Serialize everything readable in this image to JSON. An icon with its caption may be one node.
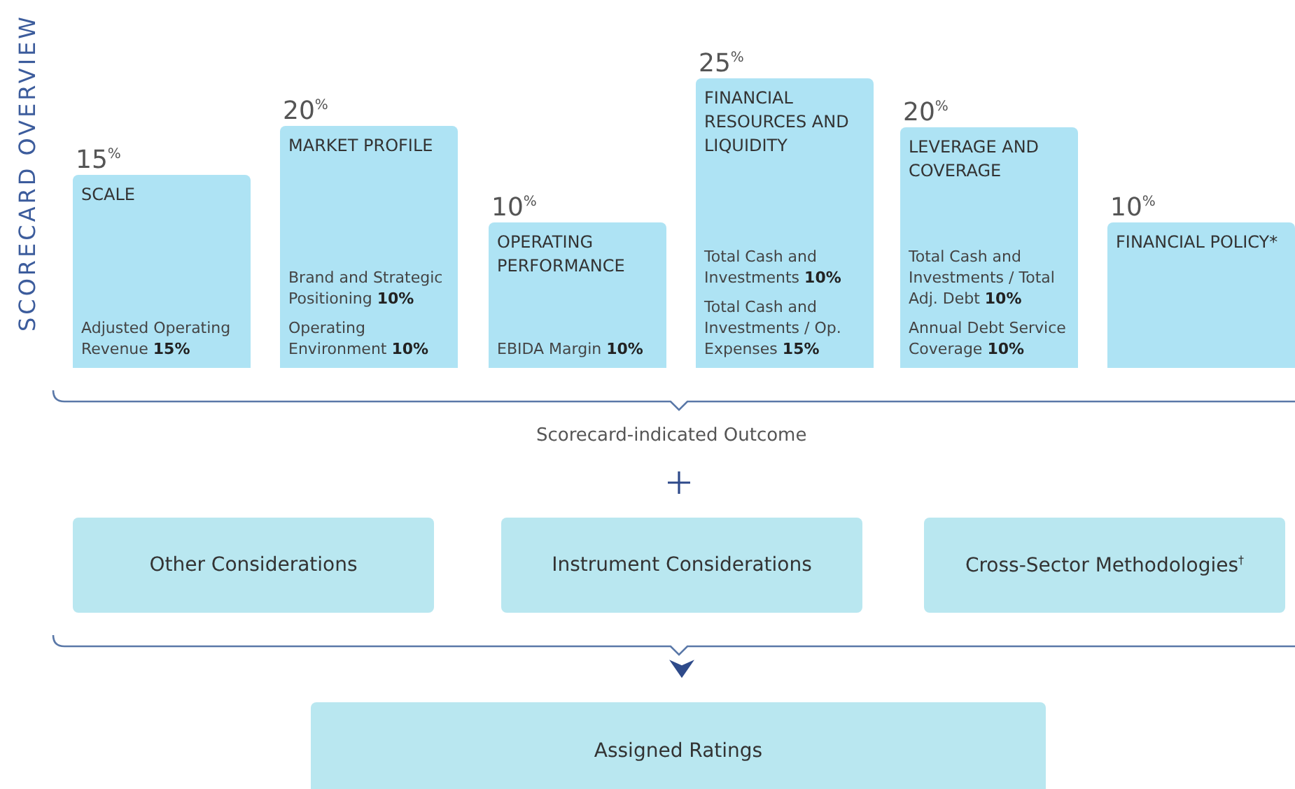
{
  "diagram": {
    "title": "SCORECARD OVERVIEW",
    "nodes": [
      {
        "text": [
          "SCALE",
          "Adjusted Operating Revenue **15%**"
        ],
        "beside": [
          "15$^{%}$"
        ]
      },
      {
        "text": [
          "MARKET PROFILE",
          "Brand and Strategic Positioning **10%**",
          "Operating Environment **10%**"
        ],
        "beside": [
          "20$^{%}$"
        ]
      },
      {
        "text": [
          "OPERATING PERFORMANCE",
          "EBIDA Margin **10%**"
        ],
        "beside": [
          "10$^{%}$"
        ]
      },
      {
        "text": [
          "FINANCIAL RESOURCES AND LIQUIDITY",
          "Total Cash and Investments **10%**",
          "Total Cash and Investments / Op. Expenses **15%**"
        ],
        "beside": [
          "25$^{%}$"
        ]
      },
      {
        "text": [
          "LEVERAGE AND COVERAGE",
          "Total Cash and Investments / Total Adj. Debt **10%**",
          "Annual Debt Service Coverage **10%**"
        ],
        "beside": [
          "20$^{%}$"
        ]
      },
      {
        "text": [
          "FINANCIAL POLICY*"
        ],
        "beside": [
          "10$^{%}$"
        ]
      },
      {
        "text": [
          "Other Considerations"
        ]
      },
      {
        "text": [
          "Instrument Considerations"
        ]
      },
      {
        "text": [
          "Cross-Sector Methodologies$^{†}$"
        ]
      },
      {
        "text": [
          "Assigned Ratings"
        ]
      }
    ],
    "edges": [
      {
        "from": 7,
        "to": 9,
        "arrow": "to"
      }
    ],
    "labels": [
      "Scorecard-indicated Outcome"
    ]
  }
}
